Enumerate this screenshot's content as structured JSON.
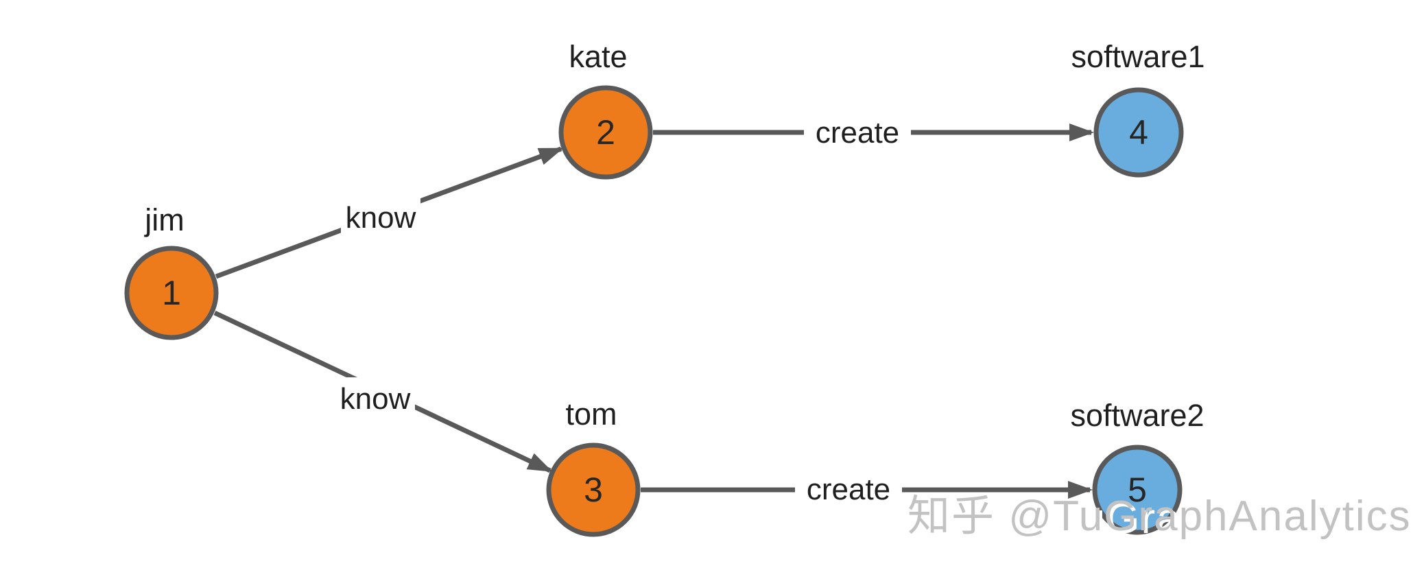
{
  "colors": {
    "person_node": "#ED7B1C",
    "software_node": "#69ADDE",
    "node_border": "#595959",
    "edge": "#595959",
    "node_text": "#262626",
    "label_text": "#1F1F1F",
    "watermark_text": "#C2C2C2"
  },
  "chart_data": {
    "type": "table",
    "note": "directed property graph",
    "nodes": [
      {
        "id": "1",
        "label": "jim",
        "type": "person"
      },
      {
        "id": "2",
        "label": "kate",
        "type": "person"
      },
      {
        "id": "3",
        "label": "tom",
        "type": "person"
      },
      {
        "id": "4",
        "label": "software1",
        "type": "software"
      },
      {
        "id": "5",
        "label": "software2",
        "type": "software"
      }
    ],
    "edges": [
      {
        "from": "1",
        "to": "2",
        "label": "know"
      },
      {
        "from": "1",
        "to": "3",
        "label": "know"
      },
      {
        "from": "2",
        "to": "4",
        "label": "create"
      },
      {
        "from": "3",
        "to": "5",
        "label": "create"
      }
    ]
  },
  "graph": {
    "nodes": [
      {
        "id": "1",
        "label": "jim"
      },
      {
        "id": "2",
        "label": "kate"
      },
      {
        "id": "3",
        "label": "tom"
      },
      {
        "id": "4",
        "label": "software1"
      },
      {
        "id": "5",
        "label": "software2"
      }
    ],
    "edges": [
      {
        "label": "know"
      },
      {
        "label": "know"
      },
      {
        "label": "create"
      },
      {
        "label": "create"
      }
    ]
  },
  "watermark": {
    "text": "知乎 @TuGraphAnalytics"
  }
}
